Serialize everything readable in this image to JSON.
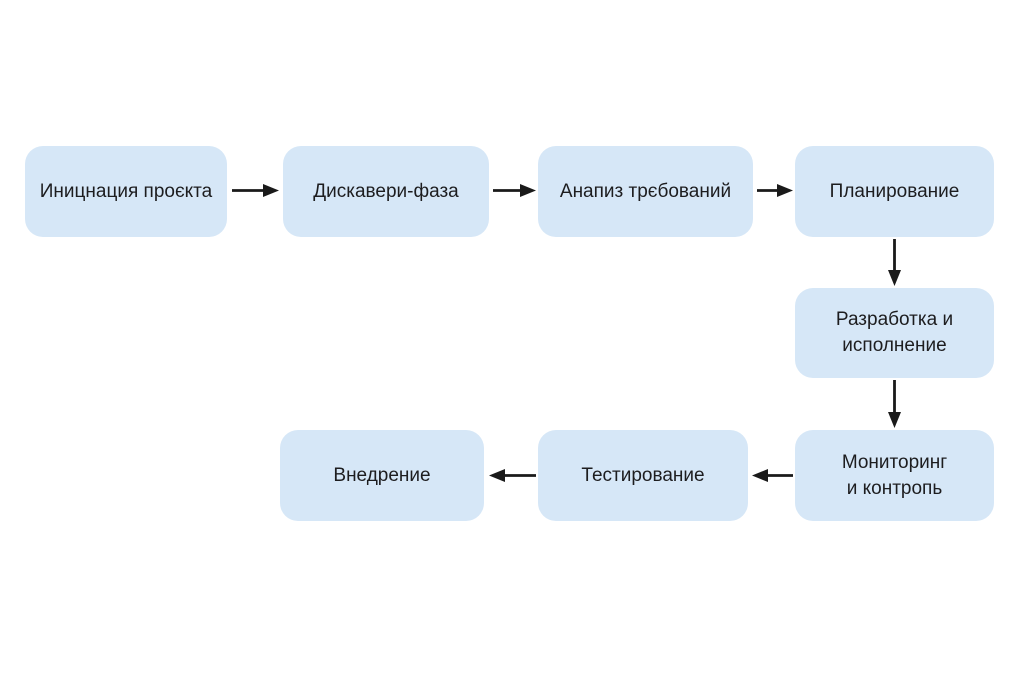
{
  "diagram": {
    "type": "flowchart",
    "nodes": [
      {
        "id": "initiation",
        "label": "Иницнация проєкта"
      },
      {
        "id": "discovery",
        "label": "Дискавери-фаза"
      },
      {
        "id": "analysis",
        "label": "Анапиз трєбований"
      },
      {
        "id": "planning",
        "label": "Планирование"
      },
      {
        "id": "development",
        "label": "Разработка и\nисполнение"
      },
      {
        "id": "monitoring",
        "label": "Мониторинг\nи контропь"
      },
      {
        "id": "testing",
        "label": "Тестирование"
      },
      {
        "id": "deployment",
        "label": "Внедрение"
      }
    ],
    "edges": [
      {
        "from": "initiation",
        "to": "discovery",
        "direction": "right"
      },
      {
        "from": "discovery",
        "to": "analysis",
        "direction": "right"
      },
      {
        "from": "analysis",
        "to": "planning",
        "direction": "right"
      },
      {
        "from": "planning",
        "to": "development",
        "direction": "down"
      },
      {
        "from": "development",
        "to": "monitoring",
        "direction": "down"
      },
      {
        "from": "monitoring",
        "to": "testing",
        "direction": "left"
      },
      {
        "from": "testing",
        "to": "deployment",
        "direction": "left"
      }
    ]
  },
  "colors": {
    "background": "#ffffff",
    "node_fill": "#d6e7f7",
    "text": "#1d1d1f",
    "arrow": "#1a1a1a"
  }
}
